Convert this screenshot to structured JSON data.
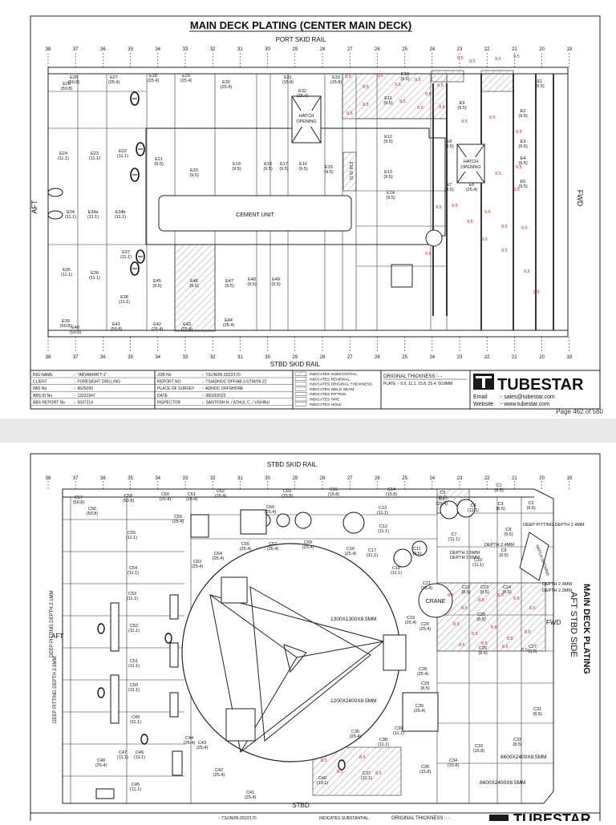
{
  "sheet1": {
    "title": "MAIN DECK PLATING (CENTER MAIN DECK)",
    "port_label": "PORT SKID RAIL",
    "stbd_label": "STBD SKID RAIL",
    "aft_label": "AFT",
    "fwd_label": "FWD",
    "frames": [
      "38",
      "37",
      "36",
      "35",
      "34",
      "33",
      "32",
      "31",
      "30",
      "29",
      "28",
      "27",
      "26",
      "25",
      "24",
      "23",
      "22",
      "21",
      "20",
      "19"
    ],
    "plates": [
      {
        "id": "E1",
        "t": "(9.5)"
      },
      {
        "id": "E2",
        "t": "(9.5)"
      },
      {
        "id": "E3",
        "t": "(9.5)"
      },
      {
        "id": "E4",
        "t": "(9.5)"
      },
      {
        "id": "E5",
        "t": "(9.5)"
      },
      {
        "id": "E6",
        "t": "(25.4)"
      },
      {
        "id": "E7",
        "t": "(9.5)"
      },
      {
        "id": "E8",
        "t": "(9.5)"
      },
      {
        "id": "E9",
        "t": "(9.5)"
      },
      {
        "id": "E10",
        "t": "(9.5)"
      },
      {
        "id": "E11",
        "t": "(9.5)"
      },
      {
        "id": "E12",
        "t": "(9.5)"
      },
      {
        "id": "E13",
        "t": "(9.5)"
      },
      {
        "id": "E14",
        "t": "(9.5)"
      },
      {
        "id": "E15",
        "t": "(9.5)"
      },
      {
        "id": "E16",
        "t": "(9.5)"
      },
      {
        "id": "E17",
        "t": "(9.5)"
      },
      {
        "id": "E18",
        "t": "(9.5)"
      },
      {
        "id": "E19",
        "t": "(9.5)"
      },
      {
        "id": "E20",
        "t": "(9.5)"
      },
      {
        "id": "E21",
        "t": "(9.5)"
      },
      {
        "id": "E22",
        "t": "(11.1)"
      },
      {
        "id": "E23",
        "t": "(11.1)"
      },
      {
        "id": "E24",
        "t": "(11.1)"
      },
      {
        "id": "E25",
        "t": "(50.8)"
      },
      {
        "id": "E26",
        "t": "(50.8)"
      },
      {
        "id": "E27",
        "t": "(25.4)"
      },
      {
        "id": "E28",
        "t": "(25.4)"
      },
      {
        "id": "E29",
        "t": "(25.4)"
      },
      {
        "id": "E30",
        "t": "(25.4)"
      },
      {
        "id": "E31",
        "t": "(15.8)"
      },
      {
        "id": "E32",
        "t": "(25.4)"
      },
      {
        "id": "E33",
        "t": "(15.8)"
      },
      {
        "id": "E34",
        "t": "(11.1)"
      },
      {
        "id": "E34a",
        "t": "(11.1)"
      },
      {
        "id": "E34b",
        "t": "(11.1)"
      },
      {
        "id": "E35",
        "t": "(11.1)"
      },
      {
        "id": "E36",
        "t": "(11.1)"
      },
      {
        "id": "E37",
        "t": "(11.1)"
      },
      {
        "id": "E38",
        "t": "(11.1)"
      },
      {
        "id": "E39",
        "t": "(50.8)"
      },
      {
        "id": "E40",
        "t": "(50.8)"
      },
      {
        "id": "E41",
        "t": "(50.8)"
      },
      {
        "id": "E42",
        "t": "(25.4)"
      },
      {
        "id": "E43",
        "t": "(25.4)"
      },
      {
        "id": "E44",
        "t": "(25.4)"
      },
      {
        "id": "E45",
        "t": "(9.5)"
      },
      {
        "id": "E46",
        "t": "(9.5)"
      },
      {
        "id": "E47",
        "t": "(9.5)"
      },
      {
        "id": "E48",
        "t": "(9.5)"
      },
      {
        "id": "E49",
        "t": "(9.5)"
      },
      {
        "id": "E16b",
        "t": "(9.5)"
      }
    ],
    "hatch1": "HATCH OPENING",
    "hatch2": "HATCH OPENING",
    "cement": "CEMENT UNIT",
    "info_left": [
      {
        "k": "RIG NAME",
        "v": ":- \"ARYABHATT-1\""
      },
      {
        "k": "CLIENT",
        "v": ":- FORESIGHT DRILLING"
      },
      {
        "k": "IMO No",
        "v": ":- 9629299"
      },
      {
        "k": "ABS ID No",
        "v": ":- 13231947"
      },
      {
        "k": "ABS REPORT No",
        "v": ":- 5507214"
      }
    ],
    "info_mid": [
      {
        "k": "JOB No",
        "v": ":- TS/JN/09-2022/170"
      },
      {
        "k": "REPORT NO",
        "v": ":- TS/ADNOC OFF/AB-1/UTM/09-22"
      },
      {
        "k": "PLACE OF SURVEY",
        "v": ":- ADNOC OFFSHORE"
      },
      {
        "k": "DATE",
        "v": ":- 08/10/2022"
      },
      {
        "k": "INSPECTOR",
        "v": ":- SANTOSH H. / ATHUL C. / VISHNU"
      }
    ],
    "legend": [
      "INDICATES SUBSTANTIAL.",
      "INDICATES RENEWAL.",
      "INDICATES ORIGINAL THICKNESS.",
      "INDICATES WELD SEAM.",
      "INDICATES PITTING.",
      "INDICATES PIPE",
      "INDICATES HOLE."
    ],
    "orig_thk_label": "ORIGINAL THICKNESS :- -",
    "orig_thk_value": "PLATE :- 9.5, 11.1, 15.8, 25.4, 50.8MM",
    "brand": "TUBESTAR",
    "email_k": "Email",
    "email_v": ":- sales@tubestar.com",
    "web_k": "Website",
    "web_v": ":- www.tubestar.com",
    "page": "Page 462 of 560"
  },
  "sheet2": {
    "title_lines": [
      "MAIN DECK PLATING",
      "AFT STBD SIDE"
    ],
    "stbd_top": "STBD SKID RAIL",
    "stbd_bottom": "STBD",
    "aft": "AFT",
    "fwd": "FWD",
    "frames": [
      "38",
      "37",
      "36",
      "35",
      "34",
      "33",
      "32",
      "31",
      "30",
      "29",
      "28",
      "27",
      "26",
      "25",
      "24",
      "23",
      "22",
      "21",
      "20",
      "19"
    ],
    "crane": "CRANE",
    "hatch": "HATCH OPENING",
    "dims": [
      "1300X1300X8.5MM",
      "1200X2400X8.5MM",
      "6600X2400X8.5MM",
      "6600X2400X8.5MM"
    ],
    "pits_left": [
      "DEEP PITTING DEPTH 2.1MM",
      "DEEP PITTING DEPTH 2.9MM"
    ],
    "pits_right": [
      "DEEP PITTING DEPTH 2.4MM",
      "DEPTH 2.4MM",
      "DEPTH 2.5MM",
      "DEPTH 2.5MM",
      "DEPTH 2.4MM",
      "DEPTH 2.3MM"
    ],
    "plates": [
      {
        "id": "C1",
        "t": "(8.5)"
      },
      {
        "id": "C2",
        "t": "(9.5)"
      },
      {
        "id": "C3",
        "t": "(8.5)"
      },
      {
        "id": "C4",
        "t": "(11.1)"
      },
      {
        "id": "C5",
        "t": "(9.5)"
      },
      {
        "id": "C6",
        "t": "(25.4)"
      },
      {
        "id": "C7",
        "t": "(11.1)"
      },
      {
        "id": "C8",
        "t": "(9.5)"
      },
      {
        "id": "C9",
        "t": "(9.5)"
      },
      {
        "id": "C10",
        "t": "(11.1)"
      },
      {
        "id": "C11",
        "t": "(9.5)"
      },
      {
        "id": "C12",
        "t": "(11.1)"
      },
      {
        "id": "C13",
        "t": "(11.1)"
      },
      {
        "id": "C14",
        "t": "(15.8)"
      },
      {
        "id": "C15",
        "t": "(15.8)"
      },
      {
        "id": "C16",
        "t": "(25.4)"
      },
      {
        "id": "C17",
        "t": "(11.1)"
      },
      {
        "id": "C18",
        "t": "(11.1)"
      },
      {
        "id": "C19",
        "t": "(25.4)"
      },
      {
        "id": "C20",
        "t": "(25.4)"
      },
      {
        "id": "C21",
        "t": "(25.4)"
      },
      {
        "id": "C22",
        "t": "(8.5)"
      },
      {
        "id": "C23",
        "t": "(8.5)"
      },
      {
        "id": "C24",
        "t": "(8.5)"
      },
      {
        "id": "C25",
        "t": "(8.5)"
      },
      {
        "id": "C26",
        "t": "(8.5)"
      },
      {
        "id": "C27",
        "t": "(9.5)"
      },
      {
        "id": "C28",
        "t": "(25.4)"
      },
      {
        "id": "C29",
        "t": "(8.5)"
      },
      {
        "id": "C30",
        "t": "(25.4)"
      },
      {
        "id": "C31",
        "t": "(8.5)"
      },
      {
        "id": "C32",
        "t": "(8.5)"
      },
      {
        "id": "C33",
        "t": "(15.8)"
      },
      {
        "id": "C34",
        "t": "(15.8)"
      },
      {
        "id": "C35",
        "t": "(15.8)"
      },
      {
        "id": "C36",
        "t": "(25.4)"
      },
      {
        "id": "C37",
        "t": "(11.1)"
      },
      {
        "id": "C38",
        "t": "(11.1)"
      },
      {
        "id": "C39",
        "t": "(11.1)"
      },
      {
        "id": "C40",
        "t": "(19.1)"
      },
      {
        "id": "C41",
        "t": "(25.4)"
      },
      {
        "id": "C42",
        "t": "(25.4)"
      },
      {
        "id": "C43",
        "t": "(25.4)"
      },
      {
        "id": "C44",
        "t": "(25.4)"
      },
      {
        "id": "C45",
        "t": "(11.1)"
      },
      {
        "id": "C46",
        "t": "(11.1)"
      },
      {
        "id": "C47",
        "t": "(11.1)"
      },
      {
        "id": "C48",
        "t": "(25.4)"
      },
      {
        "id": "C49",
        "t": "(11.1)"
      },
      {
        "id": "C50",
        "t": "(11.1)"
      },
      {
        "id": "C51",
        "t": "(11.1)"
      },
      {
        "id": "C52",
        "t": "(11.1)"
      },
      {
        "id": "C53",
        "t": "(11.1)"
      },
      {
        "id": "C54",
        "t": "(11.1)"
      },
      {
        "id": "C55",
        "t": "(11.1)"
      },
      {
        "id": "C56",
        "t": "(50.8)"
      },
      {
        "id": "C57",
        "t": "(50.8)"
      },
      {
        "id": "C58",
        "t": "(50.8)"
      },
      {
        "id": "C59",
        "t": "(25.4)"
      },
      {
        "id": "C60",
        "t": "(25.4)"
      },
      {
        "id": "C61",
        "t": "(25.4)"
      },
      {
        "id": "C62",
        "t": "(25.4)"
      },
      {
        "id": "C63",
        "t": "(25.4)"
      },
      {
        "id": "C64",
        "t": "(25.4)"
      },
      {
        "id": "C65",
        "t": "(25.4)"
      },
      {
        "id": "C66",
        "t": "(25.4)"
      },
      {
        "id": "C67",
        "t": "(25.4)"
      },
      {
        "id": "C68",
        "t": "(25.4)"
      },
      {
        "id": "C69",
        "t": "(15.8)"
      }
    ],
    "orig_thk_label": "ORIGINAL THICKNESS :- -",
    "brand": "TUBESTAR",
    "job_frag": ":- TS/JN/09-2022/170",
    "legend_frag": "INDICATES SUBSTANTIAL."
  },
  "colors": {
    "line": "#222222",
    "hatch": "#9a9a9a",
    "red": "#c0282a",
    "brand": "#1a1a1a"
  }
}
